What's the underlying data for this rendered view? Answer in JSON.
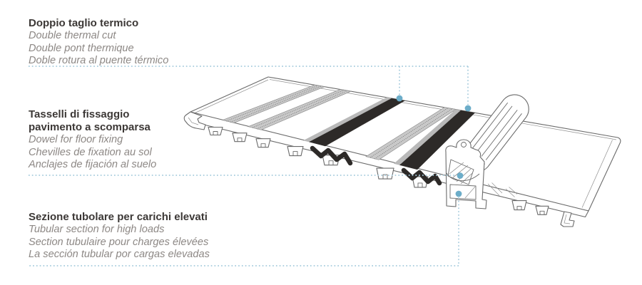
{
  "colors": {
    "outline": "#6a6a6a",
    "leader": "#a6cbdd",
    "marker": "#6cadc9",
    "thermal_break": "#2d2a28",
    "knurl": "#c9c9c9",
    "heading_text": "#3c3836",
    "translation_text": "#8d8885"
  },
  "annotations": [
    {
      "id": "double-thermal-cut",
      "title_lines": [
        "Doppio taglio termico"
      ],
      "translations": [
        "Double thermal cut",
        "Double pont thermique",
        "Doble rotura al puente térmico"
      ]
    },
    {
      "id": "hidden-floor-fixing-dowel",
      "title_lines": [
        "Tasselli di fissaggio",
        "pavimento a scomparsa"
      ],
      "translations": [
        "Dowel for floor fixing",
        "Chevilles de fixation au sol",
        "Anclajes de fijación al suelo"
      ]
    },
    {
      "id": "tubular-section-high-loads",
      "title_lines": [
        "Sezione tubolare per carichi elevati"
      ],
      "translations": [
        "Tubular section for high loads",
        "Section tubulaire pour charges élevées",
        "La sección tubular por cargas elevadas"
      ]
    }
  ],
  "diagram": {
    "subject": "aluminium-threshold-profile-perspective",
    "callouts": [
      {
        "label": "thermal-break-strip-1"
      },
      {
        "label": "thermal-break-strip-2"
      },
      {
        "label": "dowel-screw-channel"
      },
      {
        "label": "tubular-section"
      }
    ]
  }
}
